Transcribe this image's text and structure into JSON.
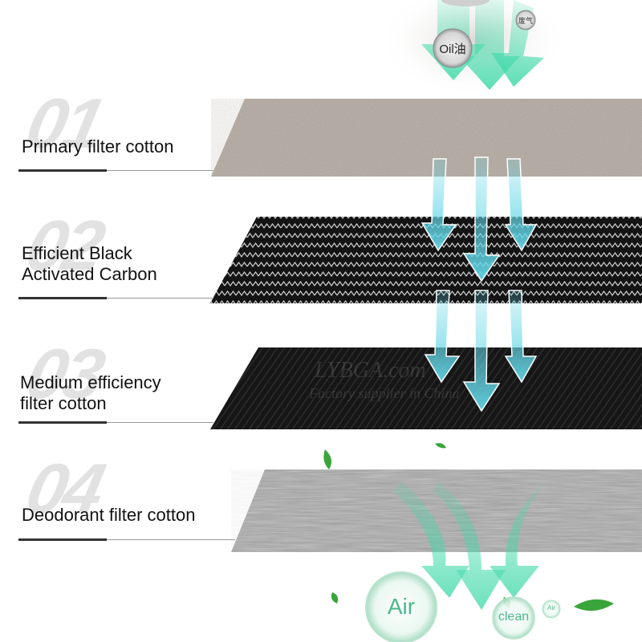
{
  "layers": [
    {
      "number": "01",
      "label_lines": [
        "Primary filter cotton"
      ]
    },
    {
      "number": "02",
      "label_lines": [
        "Efficient Black",
        "Activated Carbon"
      ]
    },
    {
      "number": "03",
      "label_lines": [
        "Medium efficiency",
        "filter cotton"
      ]
    },
    {
      "number": "04",
      "label_lines": [
        "Deodorant filter cotton"
      ]
    }
  ],
  "top_bubbles": {
    "oil": "Oil油",
    "waste_gas": "废气"
  },
  "bottom_bubbles": {
    "air_large": "Air",
    "clean": "clean",
    "air_small": "Air"
  },
  "watermark": {
    "brand": "LYBGA.com",
    "tagline": "Factory supplier in China"
  },
  "colors": {
    "arrow_mint": "#3fd9a8",
    "arrow_cyan": "#63d6e6",
    "layer1": "#a79e95",
    "layer2": "#141414",
    "layer3": "#161616",
    "layer4": "#9a9a9a",
    "leaf": "#3aa53a"
  },
  "icons": [
    "leaf-icon",
    "arrow-down-icon"
  ]
}
